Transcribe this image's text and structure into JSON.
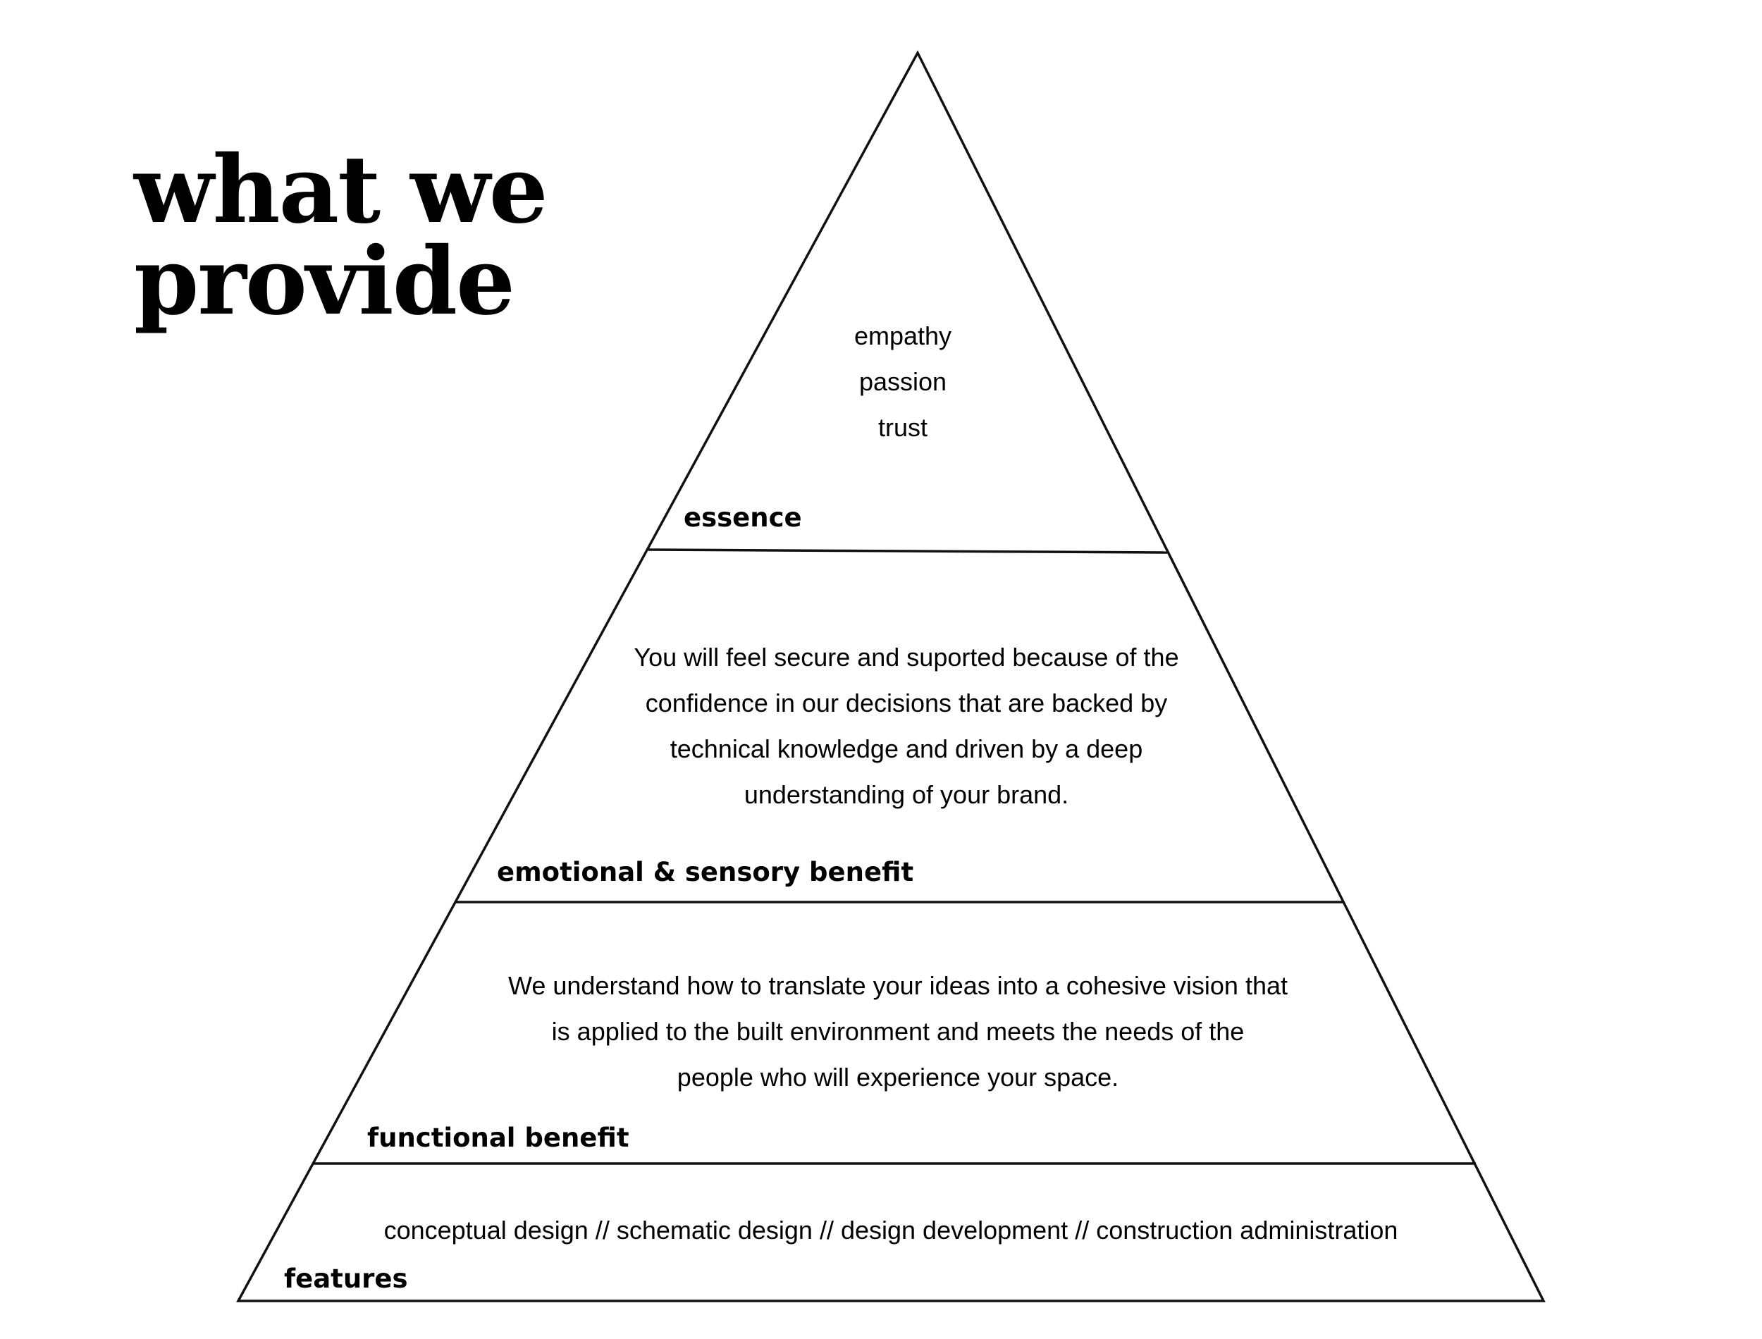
{
  "title": {
    "line1": "what we",
    "line2": "provide"
  },
  "tiers": {
    "essence": {
      "label": "essence",
      "lines": [
        "empathy",
        "passion",
        "trust"
      ]
    },
    "emotional": {
      "label": "emotional & sensory benefit",
      "lines": [
        "You will feel secure and suported because of the",
        "confidence in our decisions that are backed by",
        "technical knowledge and driven by a deep",
        "understanding of your brand."
      ]
    },
    "functional": {
      "label": "functional benefit",
      "lines": [
        "We understand how to translate your ideas into a cohesive vision that",
        "is applied to the built environment and meets the needs of the",
        "people who will experience your space."
      ]
    },
    "features": {
      "label": "features",
      "lines": [
        "conceptual design // schematic design // design development // construction administration"
      ]
    }
  },
  "colors": {
    "stroke": "#111111",
    "text": "#000000",
    "background": "#ffffff"
  }
}
